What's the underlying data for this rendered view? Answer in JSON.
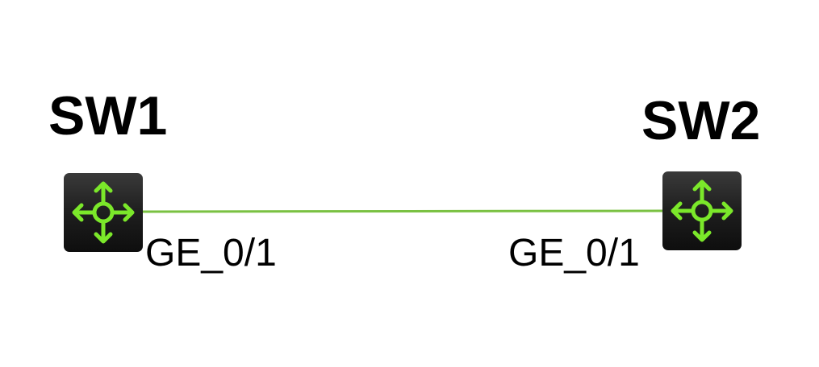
{
  "diagram": {
    "nodes": [
      {
        "id": "sw1",
        "label": "SW1",
        "icon": "layer3-switch-icon"
      },
      {
        "id": "sw2",
        "label": "SW2",
        "icon": "layer3-switch-icon"
      }
    ],
    "links": [
      {
        "from": "sw1",
        "to": "sw2",
        "from_port": "GE_0/1",
        "to_port": "GE_0/1",
        "color": "#7ac142"
      }
    ]
  },
  "colors": {
    "device_body": "#1f1f1f",
    "device_icon": "#7be82a",
    "link": "#7ac142"
  }
}
